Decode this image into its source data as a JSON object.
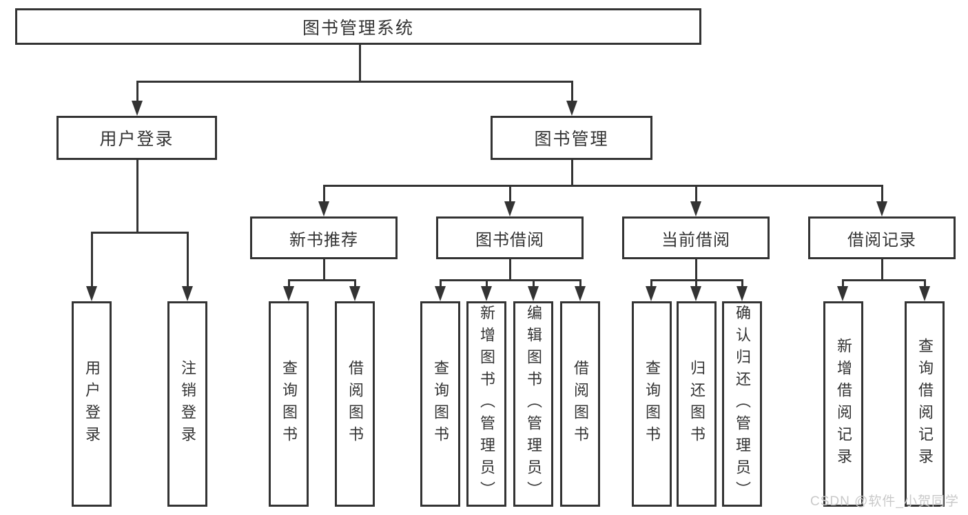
{
  "diagram": {
    "type": "tree",
    "root": {
      "label": "图书管理系统"
    },
    "level2": [
      {
        "label": "用户登录"
      },
      {
        "label": "图书管理"
      }
    ],
    "level3": [
      {
        "label": "新书推荐"
      },
      {
        "label": "图书借阅"
      },
      {
        "label": "当前借阅"
      },
      {
        "label": "借阅记录"
      }
    ],
    "leaves": [
      {
        "label": "用户登录",
        "parent": "用户登录"
      },
      {
        "label": "注销登录",
        "parent": "用户登录"
      },
      {
        "label": "查询图书",
        "parent": "新书推荐"
      },
      {
        "label": "借阅图书",
        "parent": "新书推荐"
      },
      {
        "label": "查询图书",
        "parent": "图书借阅"
      },
      {
        "label": "新增图书（管理员）",
        "parent": "图书借阅"
      },
      {
        "label": "编辑图书（管理员）",
        "parent": "图书借阅"
      },
      {
        "label": "借阅图书",
        "parent": "图书借阅"
      },
      {
        "label": "查询图书",
        "parent": "当前借阅"
      },
      {
        "label": "归还图书",
        "parent": "当前借阅"
      },
      {
        "label": "确认归还（管理员）",
        "parent": "当前借阅"
      },
      {
        "label": "新增借阅记录",
        "parent": "借阅记录"
      },
      {
        "label": "查询借阅记录",
        "parent": "借阅记录"
      }
    ]
  },
  "watermark": {
    "text": "CSDN @软件_小贺同学"
  },
  "colors": {
    "line": "#333333",
    "text": "#333333",
    "background": "#ffffff",
    "watermark": "#c9c9c9"
  }
}
